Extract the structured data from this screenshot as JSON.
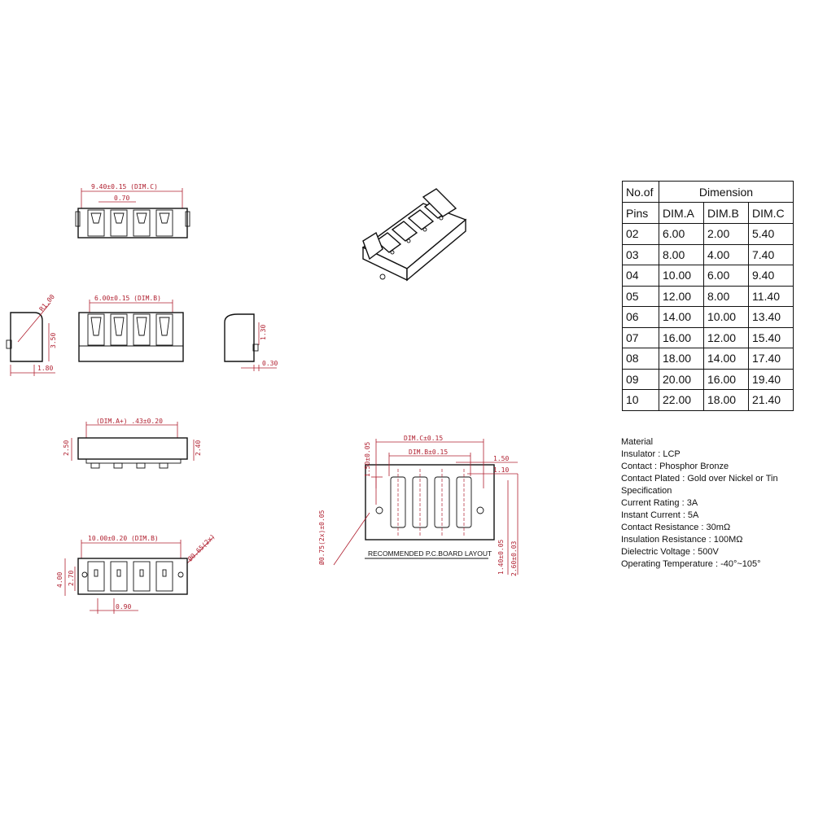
{
  "dimensions_top": {
    "overall": "9.40±0.15 (DIM.C)",
    "pitch": "0.70"
  },
  "front_view": {
    "width": "6.00±0.15 (DIM.B)"
  },
  "left_view": {
    "radius": "R1.00",
    "height": "3.50",
    "depth": "1.80"
  },
  "right_view": {
    "height": "1.30",
    "offset": "0.30"
  },
  "side_view": {
    "width": "(DIM.A+) .43±0.20",
    "height_left": "2.50",
    "height_right": "2.40"
  },
  "bottom_view": {
    "width": "10.00±0.20 (DIM.B)",
    "hole": "Ø0.65(2x)",
    "height_outer": "4.00",
    "height_inner": "2.70",
    "pitch": "0.90"
  },
  "pcb_layout": {
    "caption": "RECOMMENDED P.C.BOARD LAYOUT",
    "dim_c": "DIM.C±0.15",
    "dim_b": "DIM.B±0.15",
    "left_offset": "1.50±0.05",
    "right_a": "1.50",
    "right_b": "1.10",
    "hole": "Ø0.75(2x)±0.05",
    "v1": "1.40±0.05",
    "v2": "2.60±0.03"
  },
  "table": {
    "header_pins": "No.of",
    "header_pins2": "Pins",
    "header_dimension": "Dimension",
    "col_a": "DIM.A",
    "col_b": "DIM.B",
    "col_c": "DIM.C",
    "rows": [
      [
        "02",
        "6.00",
        "2.00",
        "5.40"
      ],
      [
        "03",
        "8.00",
        "4.00",
        "7.40"
      ],
      [
        "04",
        "10.00",
        "6.00",
        "9.40"
      ],
      [
        "05",
        "12.00",
        "8.00",
        "11.40"
      ],
      [
        "06",
        "14.00",
        "10.00",
        "13.40"
      ],
      [
        "07",
        "16.00",
        "12.00",
        "15.40"
      ],
      [
        "08",
        "18.00",
        "14.00",
        "17.40"
      ],
      [
        "09",
        "20.00",
        "16.00",
        "19.40"
      ],
      [
        "10",
        "22.00",
        "18.00",
        "21.40"
      ]
    ]
  },
  "specs": {
    "material_title": "Material",
    "insulator": "Insulator : LCP",
    "contact": "Contact : Phosphor  Bronze",
    "plated": "Contact Plated : Gold over Nickel or Tin",
    "spec_title": "Specification",
    "current_rating": "Current Rating : 3A",
    "instant_current": "Instant Current : 5A",
    "contact_resistance": "Contact Resistance : 30mΩ",
    "insulation_resistance": "Insulation Resistance : 100MΩ",
    "dielectric_voltage": "Dielectric  Voltage : 500V",
    "operating_temperature": "Operating Temperature : -40°~105°"
  }
}
